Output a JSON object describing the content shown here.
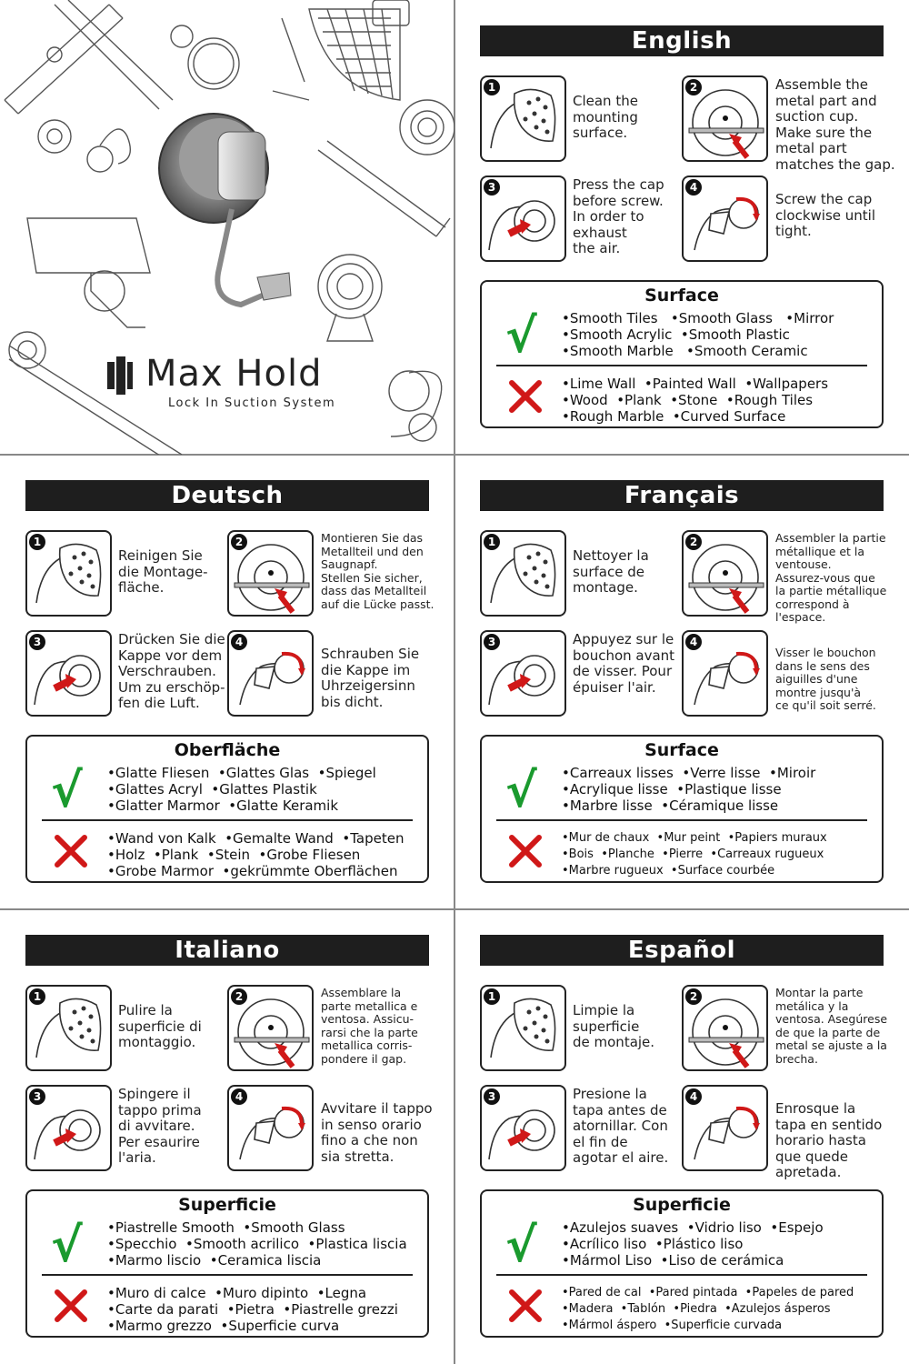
{
  "brand": {
    "name": "Max Hold",
    "tagline": "Lock In Suction System"
  },
  "sections": {
    "en": {
      "title": "English",
      "steps": [
        "Clean the\nmounting\nsurface.",
        "Assemble the\nmetal part and\nsuction cup.\nMake sure the\nmetal part\nmatches the gap.",
        "Press the cap\nbefore screw.\nIn order to\nexhaust\nthe air.",
        "Screw the cap\nclockwise until\ntight."
      ],
      "surface_title": "Surface",
      "good": "•Smooth Tiles   •Smooth Glass   •Mirror\n•Smooth Acrylic  •Smooth Plastic\n•Smooth Marble   •Smooth Ceramic",
      "bad": "•Lime Wall  •Painted Wall  •Wallpapers\n•Wood  •Plank  •Stone  •Rough Tiles\n•Rough Marble  •Curved Surface"
    },
    "de": {
      "title": "Deutsch",
      "steps": [
        "Reinigen Sie\ndie Montage-\nfläche.",
        "Montieren Sie das\nMetallteil und den\nSaugnapf.\nStellen Sie sicher,\ndass das Metallteil\nauf die Lücke passt.",
        "Drücken Sie die\nKappe vor dem\nVerschrauben.\nUm zu erschöp-\nfen die Luft.",
        "Schrauben Sie\ndie Kappe im\nUhrzeigersinn\nbis dicht."
      ],
      "surface_title": "Oberfläche",
      "good": "•Glatte Fliesen  •Glattes Glas  •Spiegel\n•Glattes Acryl  •Glattes Plastik\n•Glatter Marmor  •Glatte Keramik",
      "bad": "•Wand von Kalk  •Gemalte Wand  •Tapeten\n•Holz  •Plank  •Stein  •Grobe Fliesen\n•Grobe Marmor  •gekrümmte Oberflächen"
    },
    "fr": {
      "title": "Français",
      "steps": [
        "Nettoyer la\nsurface de\nmontage.",
        "Assembler la partie\nmétallique et la\nventouse.\nAssurez-vous que\nla partie métallique\ncorrespond à\nl'espace.",
        "Appuyez sur le\nbouchon avant\nde visser. Pour\népuiser l'air.",
        "Visser le bouchon\ndans le sens des\naiguilles d'une\nmontre jusqu'à\nce qu'il soit serré."
      ],
      "surface_title": "Surface",
      "good": "•Carreaux lisses  •Verre lisse  •Miroir\n•Acrylique lisse  •Plastique lisse\n•Marbre lisse  •Céramique lisse",
      "bad": "•Mur de chaux  •Mur peint  •Papiers muraux\n•Bois  •Planche  •Pierre  •Carreaux rugueux\n•Marbre rugueux  •Surface courbée"
    },
    "it": {
      "title": "Italiano",
      "steps": [
        "Pulire la\nsuperficie di\nmontaggio.",
        "Assemblare la\nparte metallica e\nventosa. Assicu-\nrarsi che la parte\nmetallica corris-\npondere il gap.",
        "Spingere il\ntappo prima\ndi avvitare.\nPer esaurire\nl'aria.",
        "Avvitare il tappo\nin senso orario\nfino a che non\nsia stretta."
      ],
      "surface_title": "Superficie",
      "good": "•Piastrelle Smooth  •Smooth Glass\n•Specchio  •Smooth acrilico  •Plastica liscia\n•Marmo liscio  •Ceramica liscia",
      "bad": "•Muro di calce  •Muro dipinto  •Legna\n•Carte da parati  •Pietra  •Piastrelle grezzi\n•Marmo grezzo  •Superficie curva"
    },
    "es": {
      "title": "Español",
      "steps": [
        "Limpie la\nsuperficie\nde montaje.",
        "Montar la parte\nmetálica y la\nventosa. Asegúrese\nde que la parte de\nmetal se ajuste a la\nbrecha.",
        "Presione la\ntapa antes de\natornillar. Con\nel fin de\nagotar el aire.",
        "Enrosque la\ntapa en sentido\nhorario hasta\nque quede\napretada."
      ],
      "surface_title": "Superficie",
      "good": "•Azulejos suaves  •Vidrio liso  •Espejo\n•Acrílico liso  •Plástico liso\n•Mármol Liso  •Liso de cerámica",
      "bad": "•Pared de cal  •Pared pintada  •Papeles de pared\n•Madera  •Tablón  •Piedra  •Azulejos ásperos\n•Mármol áspero  •Superficie curvada"
    }
  },
  "step_numbers": [
    "1",
    "2",
    "3",
    "4"
  ],
  "colors": {
    "banner": "#1e1e1e",
    "check": "#1a9a2e",
    "cross": "#d01818",
    "arrow": "#d01818"
  }
}
